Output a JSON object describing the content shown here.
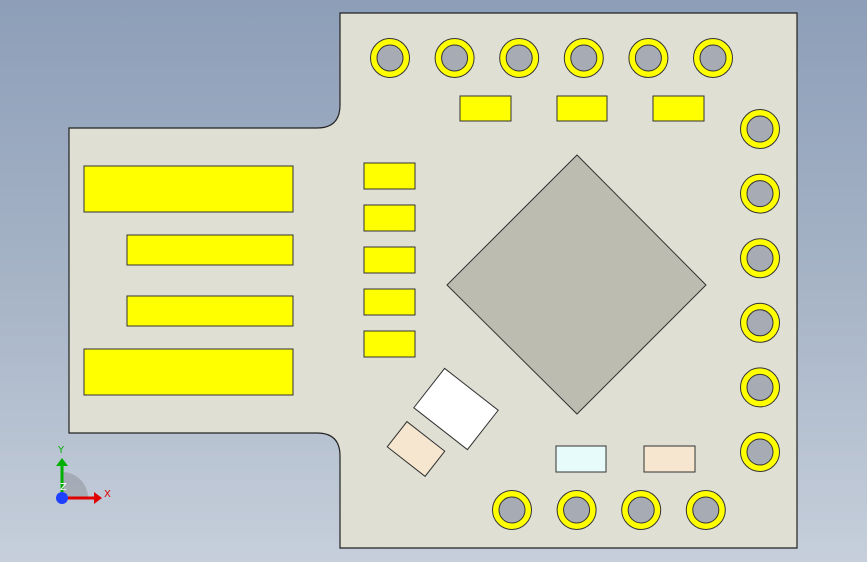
{
  "viewport": {
    "background_top": "#8d9eb8",
    "background_bottom": "#c6cfdb"
  },
  "board": {
    "fill": "#dfdfd4",
    "outline": "#222222"
  },
  "colors": {
    "pad_yellow": "#ffff00",
    "pad_outline": "#333333",
    "hole_fill": "#a7abb4",
    "chip_fill": "#bcbcb0",
    "white_component": "#ffffff",
    "tan_component": "#f6e6cf",
    "cyan_component": "#e8fbfb",
    "axis_x": "#e00000",
    "axis_y": "#00b000",
    "axis_z": "#2040ff"
  },
  "triad": {
    "x_label": "X",
    "y_label": "Y",
    "z_label": "Z"
  },
  "counts": {
    "top_through_holes": 6,
    "right_through_holes": 6,
    "bottom_through_holes": 4,
    "usb_contacts": 4,
    "left_smd_pads": 5,
    "top_smd_pads": 3
  }
}
